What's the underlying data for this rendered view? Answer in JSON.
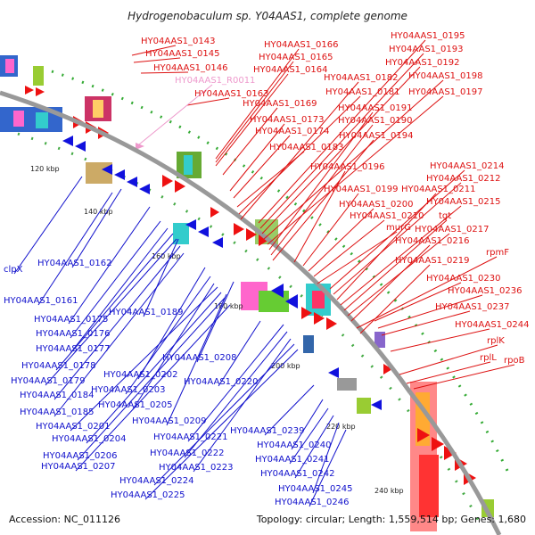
{
  "title": "Hydrogenobaculum sp. Y04AAS1, complete genome",
  "accession": "Accession: NC_011126",
  "topology": "Topology: circular; Length: 1,559,514 bp; Genes: 1,680",
  "colors": {
    "forward_label": "#dd1111",
    "reverse_label": "#1111cc",
    "rna_label": "#ee99cc",
    "backbone": "#999999",
    "forward_arrow": "#ee1111",
    "reverse_arrow": "#1111dd",
    "gc_skew": "#339933"
  },
  "scale_ticks": [
    "120 kbp",
    "140 kbp",
    "160 kbp",
    "180 kbp",
    "200 kbp",
    "220 kbp",
    "240 kbp"
  ],
  "labels_forward": [
    "HY04AAS1_0143",
    "HY04AAS1_0145",
    "HY04AAS1_0146",
    "HY04AAS1_0163",
    "HY04AAS1_0166",
    "HY04AAS1_0165",
    "HY04AAS1_0164",
    "HY04AAS1_0169",
    "HY04AAS1_0173",
    "HY04AAS1_0174",
    "HY04AAS1_0183",
    "HY04AAS1_0181",
    "HY04AAS1_0182",
    "HY04AAS1_0195",
    "HY04AAS1_0193",
    "HY04AAS1_0192",
    "HY04AAS1_0198",
    "HY04AAS1_0197",
    "HY04AAS1_0191",
    "HY04AAS1_0190",
    "HY04AAS1_0194",
    "HY04AAS1_0196",
    "HY04AAS1_0199",
    "HY04AAS1_0200",
    "HY04AAS1_0210",
    "murG",
    "HY04AAS1_0214",
    "HY04AAS1_0212",
    "HY04AAS1_0211",
    "HY04AAS1_0215",
    "tgt",
    "HY04AAS1_0217",
    "HY04AAS1_0216",
    "rpmF",
    "HY04AAS1_0219",
    "HY04AAS1_0230",
    "HY04AAS1_0236",
    "HY04AAS1_0237",
    "HY04AAS1_0244",
    "rplK",
    "rplL",
    "rpoB"
  ],
  "labels_rna": [
    "HY04AAS1_R0011"
  ],
  "labels_reverse": [
    "clpX",
    "HY04AAS1_0162",
    "HY04AAS1_0161",
    "HY04AAS1_0175",
    "HY04AAS1_0189",
    "HY04AAS1_0176",
    "HY04AAS1_0177",
    "HY04AAS1_0178",
    "HY04AAS1_0179",
    "HY04AAS1_0184",
    "HY04AAS1_0185",
    "HY04AAS1_0202",
    "HY04AAS1_0208",
    "HY04AAS1_0203",
    "HY04AAS1_0220",
    "HY04AAS1_0205",
    "HY04AAS1_0201",
    "HY04AAS1_0209",
    "HY04AAS1_0204",
    "HY04AAS1_0221",
    "HY04AAS1_0206",
    "HY04AAS1_0222",
    "HY04AAS1_0207",
    "HY04AAS1_0223",
    "HY04AAS1_0224",
    "HY04AAS1_0225",
    "HY04AAS1_0239",
    "HY04AAS1_0240",
    "HY04AAS1_0241",
    "HY04AAS1_0242",
    "HY04AAS1_0245",
    "HY04AAS1_0246"
  ]
}
